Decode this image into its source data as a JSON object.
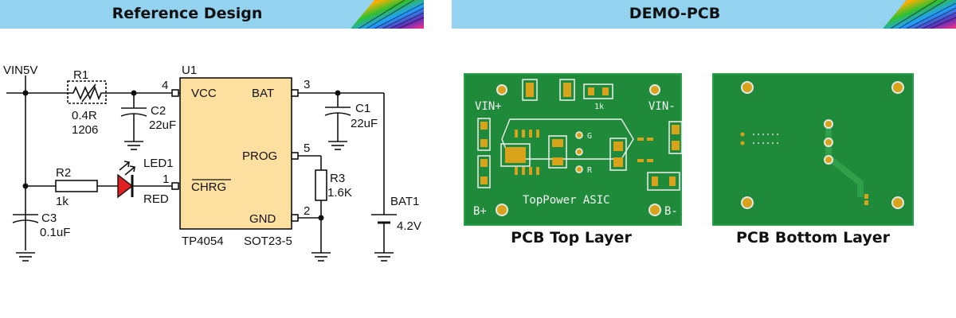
{
  "banners": {
    "left_title": "Reference Design",
    "right_title": "DEMO-PCB"
  },
  "schematic": {
    "vin": "VIN5V",
    "r1_ref": "R1",
    "r1_value": "0.4R",
    "r1_package": "1206",
    "u1_ref": "U1",
    "pin_vcc_num": "4",
    "pin_vcc": "VCC",
    "pin_bat_num": "3",
    "pin_bat": "BAT",
    "pin_prog_num": "5",
    "pin_prog": "PROG",
    "pin_chrg_num": "1",
    "pin_chrg": "CHRG",
    "pin_gnd_num": "2",
    "pin_gnd": "GND",
    "ic_part": "TP4054",
    "ic_package": "SOT23-5",
    "c2_ref": "C2",
    "c2_value": "22uF",
    "c1_ref": "C1",
    "c1_value": "22uF",
    "r2_ref": "R2",
    "r2_value": "1k",
    "led_ref": "LED1",
    "led_color": "RED",
    "r3_ref": "R3",
    "r3_value": "1.6K",
    "c3_ref": "C3",
    "c3_value": "0.1uF",
    "bat_ref": "BAT1",
    "bat_value": "4.2V"
  },
  "pcb": {
    "top_caption": "PCB Top Layer",
    "bottom_caption": "PCB Bottom Layer",
    "vin_plus": "VIN+",
    "vin_minus": "VIN-",
    "b_plus": "B+",
    "b_minus": "B-",
    "asic_label": "TopPower ASIC",
    "r1k_label": "1k",
    "g_label": "G",
    "r_label": "R"
  },
  "colors": {
    "banner": "#93d3f0",
    "pcb_green": "#1f8a3a",
    "pad_gold": "#d8a21a",
    "led_red": "#e02020"
  }
}
